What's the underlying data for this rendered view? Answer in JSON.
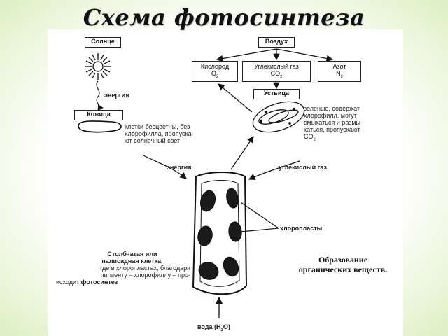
{
  "title": "Схема фотосинтеза",
  "boxes": {
    "sun": "Солнце",
    "air": "Воздух",
    "oxygen": "Кислород",
    "oxygen_formula": "O",
    "oxygen_sub": "2",
    "co2": "Углекислый газ",
    "co2_formula": "CO",
    "co2_sub": "2",
    "nitrogen": "Азот",
    "nitrogen_formula": "N",
    "nitrogen_sub": "2",
    "stomata": "Устьица",
    "skin": "Кожица"
  },
  "labels": {
    "energy_top": "энергия",
    "skin_desc_1": "клетки бесцветны, без",
    "skin_desc_2": "хлорофилла, пропуска-",
    "skin_desc_3": "ют солнечный свет",
    "stomata_desc_1": "зеленые, содержат",
    "stomata_desc_2": "хлорофилл, могут",
    "stomata_desc_3": "смыкаться и размы-",
    "stomata_desc_4": "каться, пропускают",
    "stomata_desc_5": "CO",
    "stomata_desc_5_sub": "2",
    "energy_mid": "энергия",
    "co2_in": "углекислый газ",
    "chloroplasts": "хлоропласты",
    "organic_1": "Образование",
    "organic_2": "органических веществ.",
    "cell_title_1": "Столбчатая или",
    "cell_title_2": "палисадная клетка,",
    "cell_desc_1": "где в хлоропластах, благодаря",
    "cell_desc_2": "пигменту – хлорофиллу – про-",
    "cell_desc_3": "исходит",
    "cell_desc_3_bold": "фотосинтез",
    "water": "вода (H",
    "water_sub": "2",
    "water_end": "O)"
  }
}
